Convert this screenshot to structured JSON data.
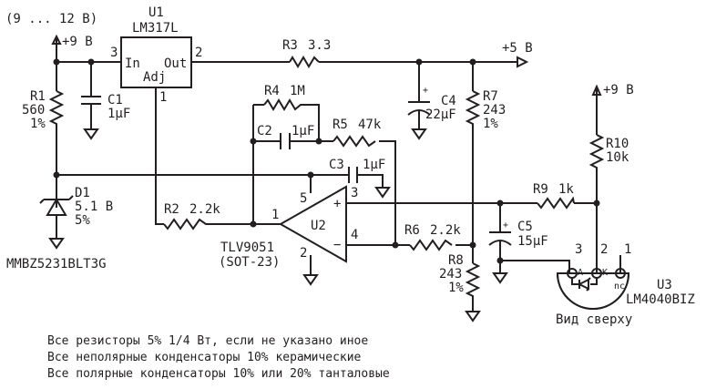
{
  "supply": {
    "range_label": "(9 ... 12 В)",
    "vin_label": "+9 В",
    "vout_label": "+5 В",
    "vref_label": "+9 В"
  },
  "components": {
    "U1": {
      "ref": "U1",
      "part": "LM317L",
      "pin_in": "In",
      "pin_out": "Out",
      "pin_adj": "Adj",
      "pin_in_num": "3",
      "pin_out_num": "2",
      "pin_adj_num": "1"
    },
    "R1": {
      "ref": "R1",
      "value": "560",
      "tol": "1%"
    },
    "C1": {
      "ref": "C1",
      "value": "1µF"
    },
    "R3": {
      "ref": "R3",
      "value": "3.3"
    },
    "C4": {
      "ref": "C4",
      "value": "22µF"
    },
    "R7": {
      "ref": "R7",
      "value": "243",
      "tol": "1%"
    },
    "R4": {
      "ref": "R4",
      "value": "1M"
    },
    "C2": {
      "ref": "C2",
      "value": "1µF"
    },
    "R5": {
      "ref": "R5",
      "value": "47k"
    },
    "C3": {
      "ref": "C3",
      "value": "1µF"
    },
    "D1": {
      "ref": "D1",
      "value": "5.1 В",
      "tol": "5%",
      "part": "MMBZ5231BLT3G"
    },
    "R2": {
      "ref": "R2",
      "value": "2.2k"
    },
    "U2": {
      "ref": "U2",
      "part": "TLV9051",
      "package": "(SOT-23)",
      "pin1": "1",
      "pin2": "2",
      "pin3": "3",
      "pin4": "4",
      "pin5": "5",
      "plus": "+",
      "minus": "−"
    },
    "R6": {
      "ref": "R6",
      "value": "2.2k"
    },
    "R8": {
      "ref": "R8",
      "value": "243",
      "tol": "1%"
    },
    "R9": {
      "ref": "R9",
      "value": "1k"
    },
    "C5": {
      "ref": "C5",
      "value": "15µF"
    },
    "R10": {
      "ref": "R10",
      "value": "10k"
    },
    "U3": {
      "ref": "U3",
      "part": "LM4040BIZ",
      "view": "Вид сверху",
      "pin1": "1",
      "pin2": "2",
      "pin3": "3",
      "pad_a": "A",
      "pad_k": "K",
      "pad_nc": "nc"
    }
  },
  "polarity_mark": "+",
  "notes": [
    "Все резисторы 5% 1/4 Вт, если не указано иное",
    "Все неполярные конденсаторы 10% керамические",
    "Все полярные конденсаторы 10% или 20% танталовые"
  ]
}
